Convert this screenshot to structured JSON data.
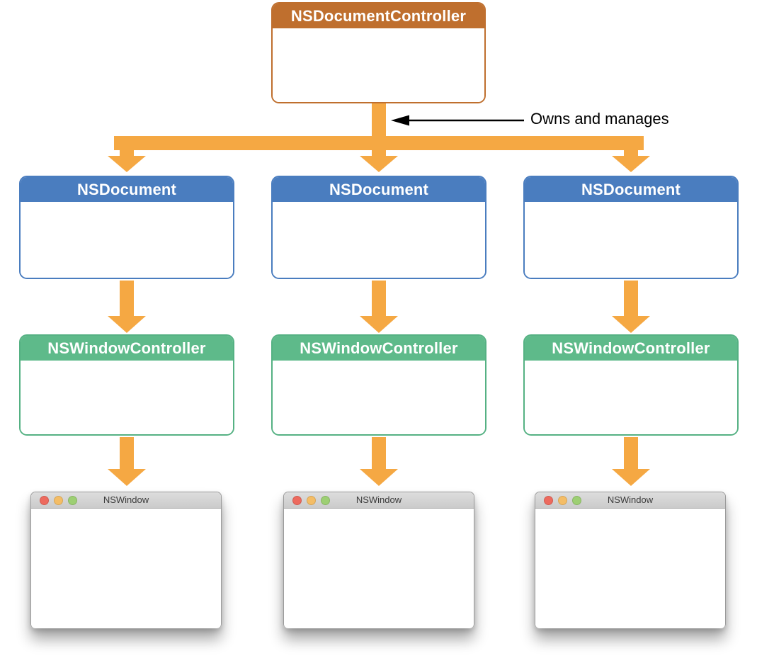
{
  "annotation": {
    "label": "Owns and manages"
  },
  "colors": {
    "controller_header": "#BF6F2E",
    "document_header": "#4A7DBF",
    "window_controller_header": "#5EBA8A",
    "arrow_orange": "#F5A843",
    "annotation_arrow": "#000000",
    "traffic_red": "#ED6A5E",
    "traffic_yellow": "#F4BD66",
    "traffic_green": "#9DCF73",
    "titlebar_gray": "#D6D6D6"
  },
  "diagram": {
    "root": {
      "title": "NSDocumentController"
    },
    "columns": [
      {
        "document": {
          "title": "NSDocument"
        },
        "window_controller": {
          "title": "NSWindowController"
        },
        "window": {
          "title": "NSWindow"
        }
      },
      {
        "document": {
          "title": "NSDocument"
        },
        "window_controller": {
          "title": "NSWindowController"
        },
        "window": {
          "title": "NSWindow"
        }
      },
      {
        "document": {
          "title": "NSDocument"
        },
        "window_controller": {
          "title": "NSWindowController"
        },
        "window": {
          "title": "NSWindow"
        }
      }
    ]
  }
}
